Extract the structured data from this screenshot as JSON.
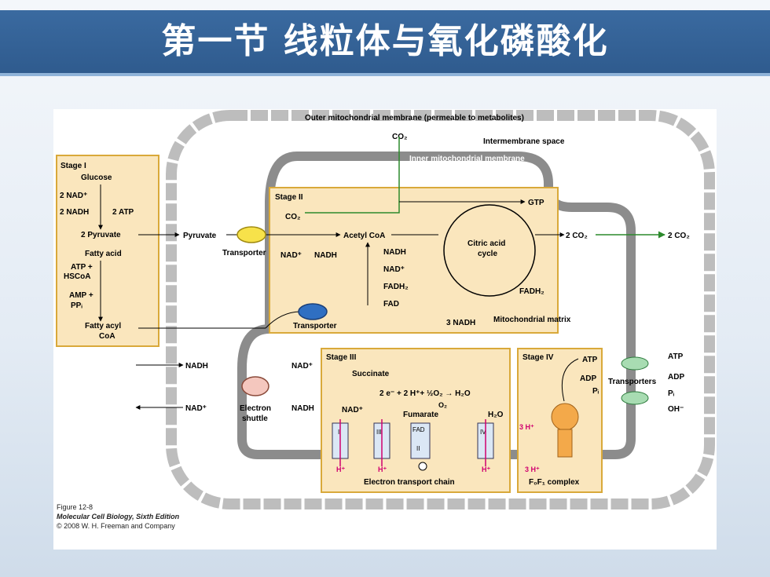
{
  "title": "第一节   线粒体与氧化磷酸化",
  "colors": {
    "title_bar": "#2f5b8e",
    "stage_fill": "#fae6bd",
    "stage_border": "#d9a93a",
    "membrane": "#8c8c8c",
    "co2_line": "#2c8a2c",
    "proton": "#d0006f",
    "atp_synthase": "#f3a94a"
  },
  "diagram": {
    "outer_membrane_label": "Outer mitochondrial membrane (permeable to metabolites)",
    "inner_membrane_label": "Inner mitochondrial membrane",
    "intermembrane_space": "Intermembrane space",
    "matrix_label": "Mitochondrial matrix",
    "co2_top": "CO₂",
    "stage1": {
      "title": "Stage I",
      "glucose": "Glucose",
      "nad": "2 NAD⁺",
      "nadh": "2 NADH",
      "atp": "2 ATP",
      "pyruvate": "2 Pyruvate",
      "fatty_acid": "Fatty acid",
      "atp_plus": "ATP +",
      "hscoa": "HSCoA",
      "amp_plus": "AMP +",
      "ppi": "PPᵢ",
      "fatty_acyl": "Fatty acyl",
      "coa": "CoA"
    },
    "stage2": {
      "title": "Stage II",
      "co2": "CO₂",
      "gtp": "GTP",
      "pyruvate": "Pyruvate",
      "transporter": "Transporter",
      "nad": "NAD⁺",
      "nadh": "NADH",
      "acetyl_coa": "Acetyl CoA",
      "nadh2": "NADH",
      "nad2": "NAD⁺",
      "fadh2": "FADH₂",
      "fad": "FAD",
      "citric_acid": "Citric acid",
      "cycle": "cycle",
      "co2_out": "2 CO₂",
      "co2_far": "2 CO₂",
      "fadh2_b": "FADH₂",
      "nadh3": "3 NADH",
      "transporter2": "Transporter"
    },
    "shuttle": {
      "nadh_in": "NADH",
      "nad_out": "NAD⁺",
      "nad_top": "NAD⁺",
      "nadh_bottom": "NADH",
      "label1": "Electron",
      "label2": "shuttle"
    },
    "stage3": {
      "title": "Stage III",
      "succinate": "Succinate",
      "equation": "2 e⁻ + 2 H⁺+ ½O₂ → H₂O",
      "nad": "NAD⁺",
      "fumarate": "Fumarate",
      "o2": "O₂",
      "h2o": "H₂O",
      "complexes": [
        "I",
        "III",
        "FAD",
        "II",
        "IV"
      ],
      "h_plus": "H⁺",
      "chain": "Electron transport chain"
    },
    "stage4": {
      "title": "Stage IV",
      "atp": "ATP",
      "adp": "ADP",
      "pi": "Pᵢ",
      "h3_top": "3 H⁺",
      "h3_bottom": "3 H⁺",
      "complex": "F₀F₁ complex",
      "transporters": "Transporters",
      "atp_out": "ATP",
      "adp_out": "ADP",
      "pi_out": "Pᵢ",
      "oh_out": "OH⁻"
    }
  },
  "caption": {
    "figure": "Figure 12-8",
    "book": "Molecular Cell Biology, Sixth Edition",
    "copyright": "© 2008 W. H. Freeman and Company"
  }
}
